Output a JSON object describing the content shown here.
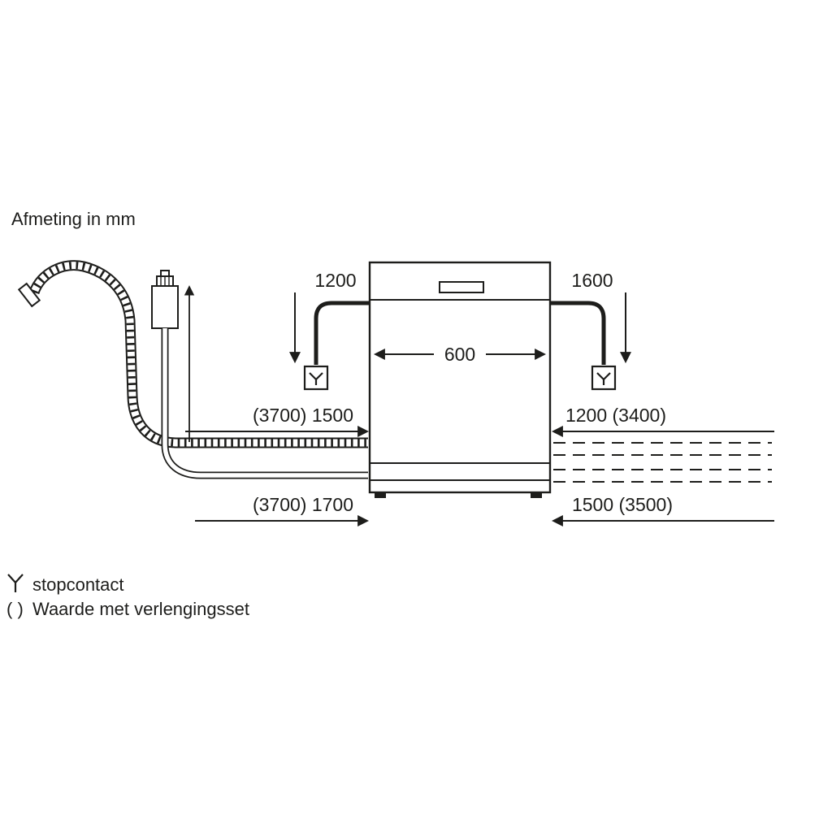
{
  "title": "Afmeting in mm",
  "dimensions": {
    "cord_left": "1200",
    "cord_right": "1600",
    "appliance_width": "600",
    "supply_hose_left": "(3700) 1500",
    "drain_hose_right": "1200 (3400)",
    "bottom_left": "(3700) 1700",
    "bottom_right": "1500 (3500)"
  },
  "legend": {
    "socket_label": "stopcontact",
    "parentheses_symbol": "( )",
    "extension_label": "Waarde met verlengingsset"
  },
  "icons": {
    "socket_left": "power-socket-icon",
    "socket_right": "power-socket-icon",
    "legend_socket": "power-socket-icon"
  },
  "colors": {
    "line": "#1d1d1b",
    "background": "#ffffff"
  }
}
